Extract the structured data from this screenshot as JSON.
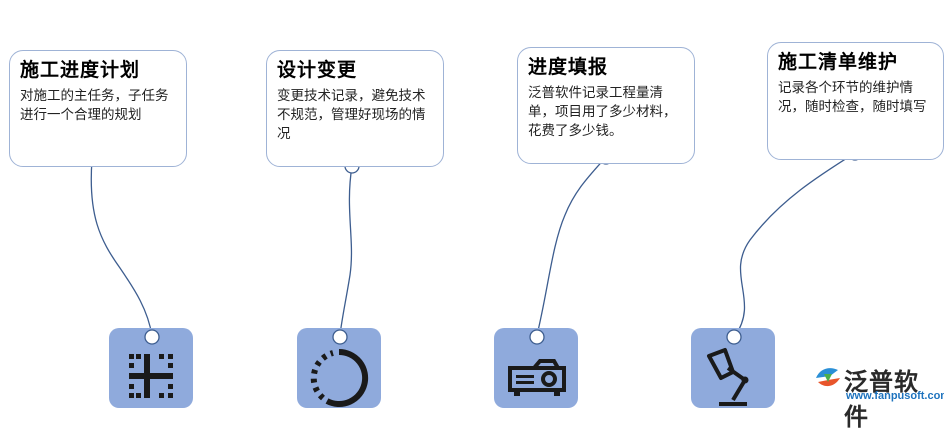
{
  "cards": [
    {
      "title": "施工进度计划",
      "text": "对施工的主任务，子任务进行一个合理的规划"
    },
    {
      "title": "设计变更",
      "text": "变更技术记录，避免技术不规范，管理好现场的情况"
    },
    {
      "title": "进度填报",
      "text": "泛普软件记录工程量清单，项目用了多少材料，花费了多少钱。"
    },
    {
      "title": "施工清单维护",
      "text": "记录各个环节的维护情况，随时检查，随时填写"
    }
  ],
  "icons": [
    "grid-icon",
    "circle-progress-icon",
    "projector-icon",
    "desk-lamp-icon"
  ],
  "colors": {
    "tile": "#8faadc",
    "card_border": "#9fb3d6",
    "wire": "#3d5d8f",
    "icon": "#1a1a1a"
  },
  "logo": {
    "brand": "泛普软件",
    "url": "www.fanpusoft.com"
  }
}
